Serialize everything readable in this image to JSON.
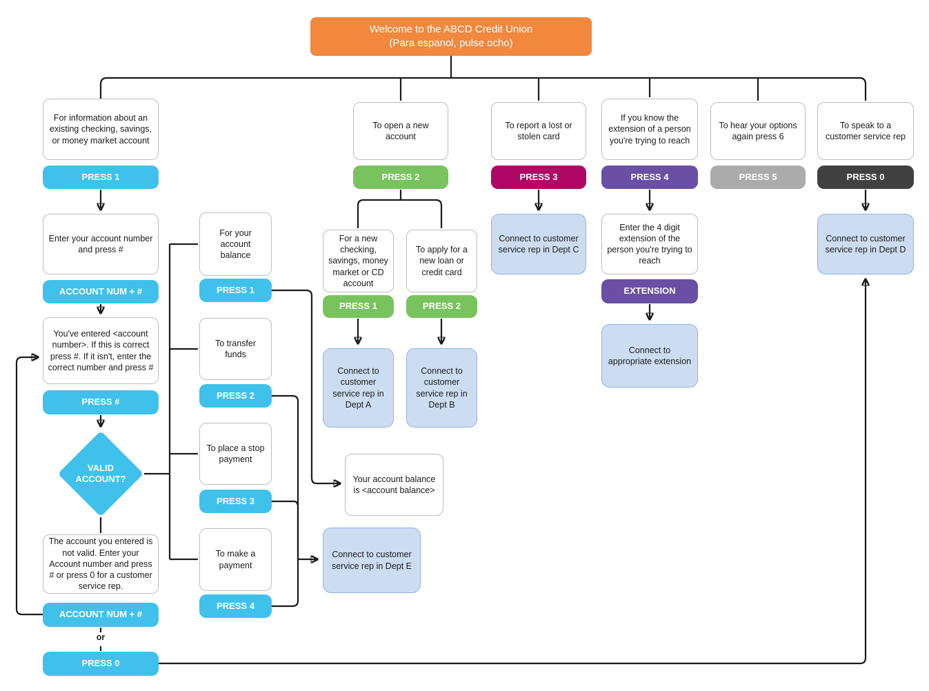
{
  "colors": {
    "orange": "#F0883E",
    "cyan": "#3FC1EC",
    "green": "#79C35F",
    "magenta": "#AE0766",
    "purple": "#6A4FA5",
    "gray": "#ABABAB",
    "dark": "#404040",
    "lightblue": "#CCDDF2",
    "lightblue-border": "#8FB4DD"
  },
  "welcome": {
    "text": "Welcome to the ABCD Credit Union\n(Para espanol, pulse ocho)"
  },
  "menu": [
    {
      "prompt": "For information about an existing checking, savings, or money market account",
      "action": "PRESS 1"
    },
    {
      "prompt": "To open a new account",
      "action": "PRESS 2"
    },
    {
      "prompt": "To report a lost or stolen card",
      "action": "PRESS 3"
    },
    {
      "prompt": "If you know the extension of a person you're trying to reach",
      "action": "PRESS 4"
    },
    {
      "prompt": "To hear your options again press 6",
      "action": "PRESS 5"
    },
    {
      "prompt": "To speak to a customer service rep",
      "action": "PRESS 0"
    }
  ],
  "account_flow": {
    "enter_prompt": "Enter your account number and press #",
    "enter_action": "ACCOUNT NUM + #",
    "confirm_prompt": "You've entered <account number>.  If this is correct press #.  If it isn't, enter the correct number and press #",
    "confirm_action": "PRESS #",
    "decision": "VALID ACCOUNT?",
    "invalid_prompt": "The account you entered is not valid.  Enter your Account number and press # or press 0 for a customer service rep.",
    "invalid_action1": "ACCOUNT NUM + #",
    "or_label": "or",
    "invalid_action2": "PRESS 0"
  },
  "account_menu": [
    {
      "prompt": "For your account balance",
      "action": "PRESS 1"
    },
    {
      "prompt": "To transfer funds",
      "action": "PRESS 2"
    },
    {
      "prompt": "To place a stop payment",
      "action": "PRESS 3"
    },
    {
      "prompt": "To make a payment",
      "action": "PRESS 4"
    }
  ],
  "new_account_menu": [
    {
      "prompt": "For a new checking, savings, money market or CD account",
      "action": "PRESS 1",
      "result": "Connect to customer service rep in Dept A"
    },
    {
      "prompt": "To apply for a new loan or credit card",
      "action": "PRESS 2",
      "result": "Connect to customer service rep in Dept B"
    }
  ],
  "extension_flow": {
    "prompt": "Enter the 4 digit extension of the person you're trying to reach",
    "action": "EXTENSION",
    "result": "Connect to appropriate extension"
  },
  "results": {
    "dept_c": "Connect to customer service rep in Dept C",
    "dept_d": "Connect to customer service rep in Dept D",
    "dept_e": "Connect to customer service rep in Dept E",
    "balance": "Your account balance is <account balance>"
  }
}
